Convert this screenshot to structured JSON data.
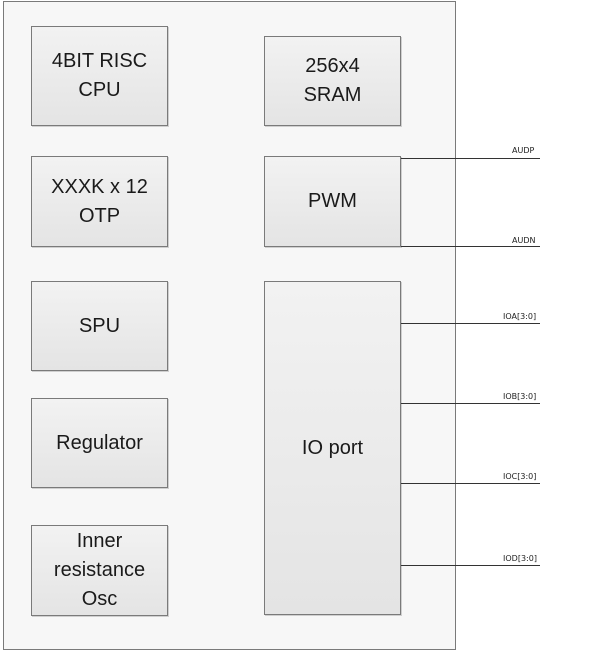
{
  "blocks": {
    "cpu": "4BIT RISC\nCPU",
    "otp": "XXXK x 12\nOTP",
    "spu": "SPU",
    "regulator": "Regulator",
    "osc": "Inner\nresistance\nOsc",
    "sram": "256x4\nSRAM",
    "pwm": "PWM",
    "io_port": "IO port"
  },
  "pins": {
    "audp": "AUDP",
    "audn": "AUDN",
    "ioa": "IOA[3:0]",
    "iob": "IOB[3:0]",
    "ioc": "IOC[3:0]",
    "iod": "IOD[3:0]"
  }
}
